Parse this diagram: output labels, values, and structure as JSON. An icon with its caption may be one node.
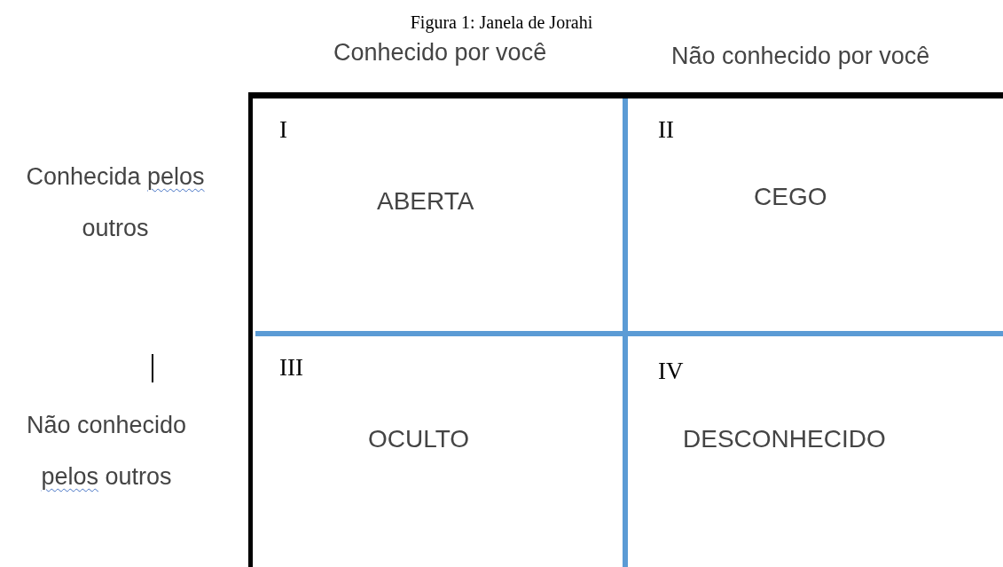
{
  "diagram": {
    "title": "Figura 1: Janela de Jorahi",
    "nodes": [
      {
        "text": [
          "I",
          "ABERTA"
        ]
      },
      {
        "text": [
          "II",
          "CEGO"
        ]
      },
      {
        "text": [
          "III",
          "OCULTO"
        ]
      },
      {
        "text": [
          "IV",
          "DESCONHECIDO"
        ]
      }
    ],
    "labels": [
      "Conhecido por você",
      "Não conhecido por você",
      "Conhecida pelos outros",
      "Não conhecido pelos outros"
    ]
  }
}
